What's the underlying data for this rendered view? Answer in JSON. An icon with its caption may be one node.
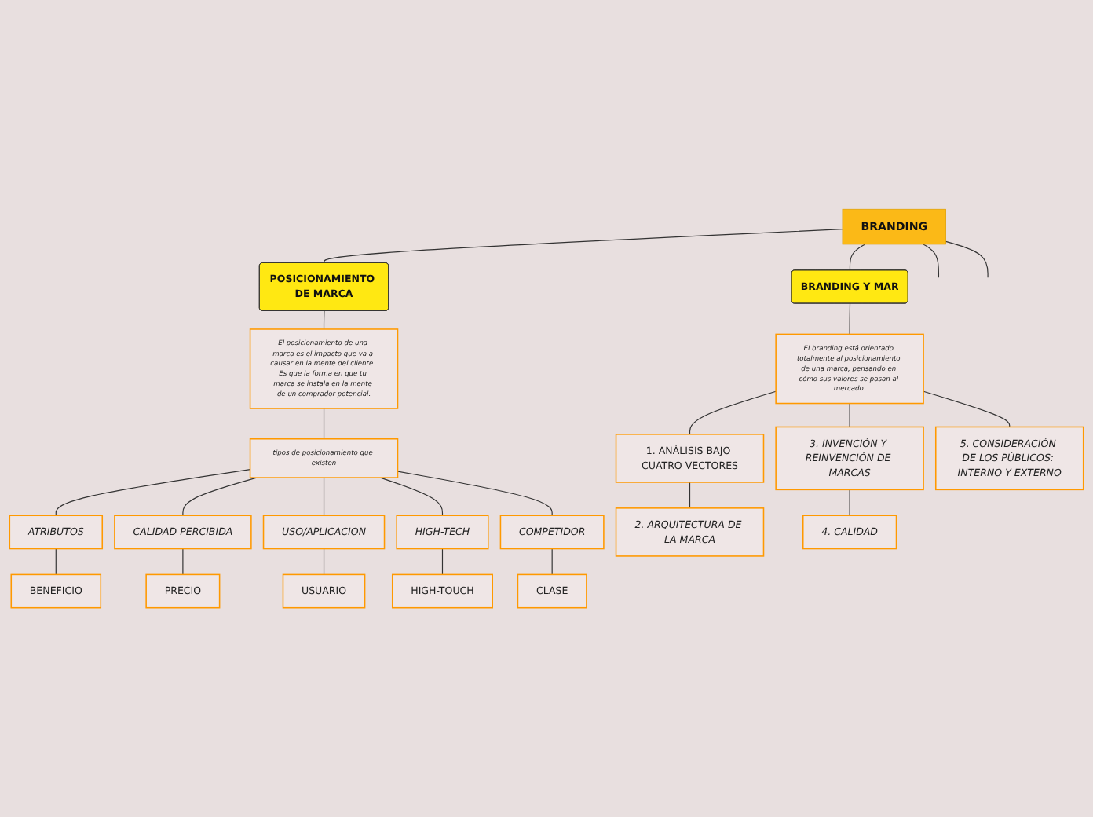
{
  "diagram": {
    "nodes": [
      {
        "text": [
          "BRANDING"
        ]
      },
      {
        "text": [
          "POSICIONAMIENTO DE MARCA"
        ]
      },
      {
        "text": [
          "El posicionamiento de una marca es el impacto que va a causar en la mente del cliente. Es que la forma en que tu marca se instala en la mente de un comprador potencial."
        ]
      },
      {
        "text": [
          "tipos de posicionamiento que existen"
        ]
      },
      {
        "text": [
          "ATRIBUTOS"
        ]
      },
      {
        "text": [
          "CALIDAD PERCIBIDA"
        ]
      },
      {
        "text": [
          "USO/APLICACION"
        ]
      },
      {
        "text": [
          "HIGH-TECH"
        ]
      },
      {
        "text": [
          "COMPETIDOR"
        ]
      },
      {
        "text": [
          "BENEFICIO"
        ]
      },
      {
        "text": [
          "PRECIO"
        ]
      },
      {
        "text": [
          "USUARIO"
        ]
      },
      {
        "text": [
          "HIGH-TOUCH"
        ]
      },
      {
        "text": [
          "CLASE"
        ]
      },
      {
        "text": [
          "BRANDING Y MAR"
        ]
      },
      {
        "text": [
          "El branding está orientado totalmente al posicionamiento de una marca, pensando en cómo sus valores se pasan al mercado."
        ]
      },
      {
        "text": [
          "1. ANÁLISIS BAJO CUATRO VECTORES"
        ]
      },
      {
        "text": [
          "3. INVENCIÓN Y REINVENCIÓN DE MARCAS"
        ]
      },
      {
        "text": [
          "5. CONSIDERACIÓN DE LOS PÚBLICOS: INTERNO Y EXTERNO"
        ]
      },
      {
        "text": [
          "2. ARQUITECTURA DE LA MARCA"
        ]
      },
      {
        "text": [
          "4. CALIDAD"
        ]
      }
    ],
    "edges": [
      {
        "from": 0,
        "to": null,
        "arrow": "none"
      },
      {
        "from": 0,
        "to": 1,
        "arrow": "none"
      },
      {
        "from": 0,
        "to": 14,
        "arrow": "none"
      },
      {
        "from": 0,
        "to": null,
        "arrow": "none"
      },
      {
        "from": 1,
        "to": 2,
        "arrow": "none"
      },
      {
        "from": 2,
        "to": 3,
        "arrow": "none"
      },
      {
        "from": 3,
        "to": 4,
        "arrow": "none"
      },
      {
        "from": 3,
        "to": 5,
        "arrow": "none"
      },
      {
        "from": 3,
        "to": 6,
        "arrow": "none"
      },
      {
        "from": 3,
        "to": 7,
        "arrow": "none"
      },
      {
        "from": 3,
        "to": 8,
        "arrow": "none"
      },
      {
        "from": 4,
        "to": 9,
        "arrow": "none"
      },
      {
        "from": 5,
        "to": 10,
        "arrow": "none"
      },
      {
        "from": 6,
        "to": 11,
        "arrow": "none"
      },
      {
        "from": 7,
        "to": 12,
        "arrow": "none"
      },
      {
        "from": 8,
        "to": 13,
        "arrow": "none"
      },
      {
        "from": 14,
        "to": 15,
        "arrow": "none"
      },
      {
        "from": 15,
        "to": 16,
        "arrow": "none"
      },
      {
        "from": 15,
        "to": 17,
        "arrow": "none"
      },
      {
        "from": 15,
        "to": 18,
        "arrow": "none"
      },
      {
        "from": 16,
        "to": 19,
        "arrow": "none"
      },
      {
        "from": 17,
        "to": 20,
        "arrow": "none"
      }
    ]
  }
}
